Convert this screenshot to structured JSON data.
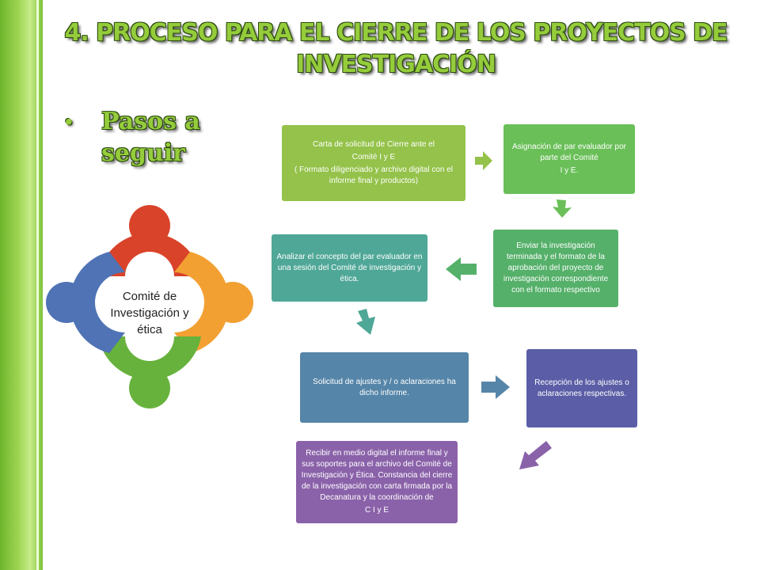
{
  "header": {
    "title_line1": "4. PROCESO PARA EL CIERRE DE LOS PROYECTOS DE",
    "title_line2": "INVESTIGACIÓN",
    "bullet": "•",
    "subtitle_line1": "Pasos a",
    "subtitle_line2": "seguir"
  },
  "emblem": {
    "label_line1": "Comité de",
    "label_line2": "Investigación y",
    "label_line3": "ética",
    "colors": [
      "#d9432a",
      "#f2a032",
      "#67b23c",
      "#4f73b5"
    ]
  },
  "steps": {
    "s1": {
      "line1": "Carta de solicitud de Cierre ante el",
      "line2": "Comité  I y E",
      "line3": "( Formato  diligenciado y archivo digital con el informe final y productos)",
      "color": "#94c24a"
    },
    "s2": {
      "line1": "Asignación de par evaluador por parte del Comité",
      "line2": "I y E.",
      "color": "#6abf58"
    },
    "s3": {
      "line1": "Enviar la investigación terminada y el formato de la aprobación del proyecto de investigación correspondiente con el formato respectivo",
      "color": "#55b06a"
    },
    "s4": {
      "line1": "Analizar el concepto del par evaluador  en una sesión del Comité de investigación y ética.",
      "color": "#4fa797"
    },
    "s5": {
      "line1": "Solicitud de ajustes y / o aclaraciones ha dicho informe.",
      "color": "#5585a8"
    },
    "s6": {
      "line1": "Recepción de los ajustes  o aclaraciones respectivas.",
      "color": "#5b5ea6"
    },
    "s7": {
      "line1": "Recibir en medio digital  el informe final y sus soportes para el archivo del Comité de Investigación  y Ética. Constancia del cierre de la investigación con carta firmada por la Decanatura y la coordinación de",
      "line2": "C  I y E",
      "color": "#8a62a9"
    }
  }
}
